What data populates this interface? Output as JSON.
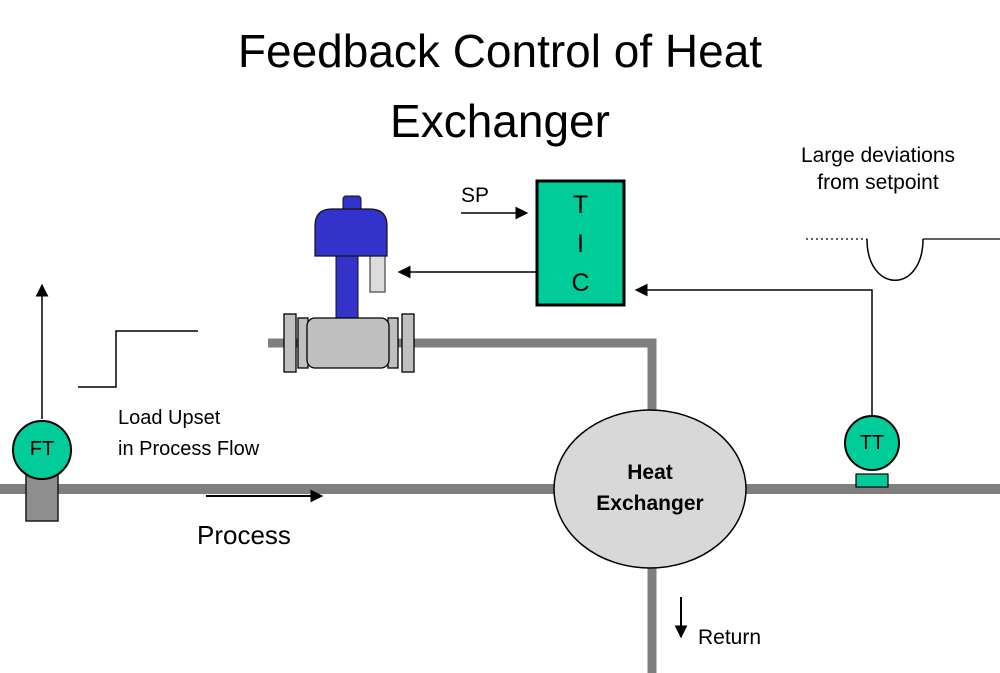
{
  "slide": {
    "title": "Feedback Control of Heat\nExchanger"
  },
  "controller": {
    "label": "T\nI\nC",
    "setpoint_label": "SP"
  },
  "instruments": {
    "flow_transmitter_label": "FT",
    "temperature_transmitter_label": "TT"
  },
  "vessel": {
    "label": "Heat\nExchanger"
  },
  "flows": {
    "process_label": "Process",
    "return_label": "Return"
  },
  "annotations": {
    "load_upset": "Load Upset\nin Process Flow",
    "large_deviations": "Large deviations\nfrom setpoint"
  },
  "colors": {
    "instrument_green": "#00CC99",
    "actuator_blue": "#3333CC",
    "pipe_gray": "#7F7F7F",
    "valve_gray": "#C0C0C0",
    "vessel_gray": "#D8D8D8"
  }
}
